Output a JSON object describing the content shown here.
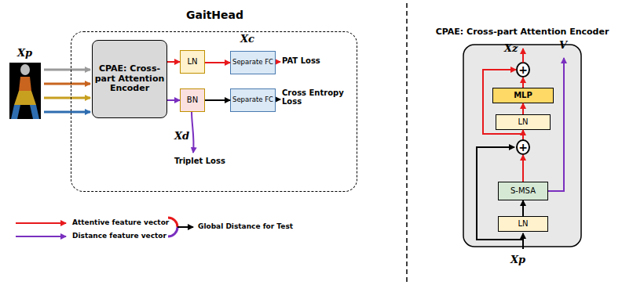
{
  "diagram": {
    "nodes": [
      {
        "text": [
          "GaitHead"
        ]
      },
      {
        "text": [
          "CPAE: Cross-part Attention Encoder"
        ],
        "in": 0
      },
      {
        "text": [
          "LN"
        ],
        "in": 0
      },
      {
        "text": [
          "BN"
        ],
        "in": 0
      },
      {
        "text": [
          "Separate FC"
        ],
        "in": 0
      },
      {
        "text": [
          "Separate FC"
        ],
        "in": 0
      },
      {
        "text": [
          "CPAE: Cross-part Attention Encoder"
        ]
      },
      {
        "text": [
          "MLP"
        ],
        "in": 6
      },
      {
        "text": [
          "LN"
        ],
        "in": 6
      },
      {
        "text": [
          "S-MSA"
        ],
        "in": 6
      },
      {
        "text": [
          "LN"
        ],
        "in": 6
      },
      {
        "text": [
          "+"
        ],
        "in": 6
      },
      {
        "text": [
          "+"
        ],
        "in": 6
      }
    ],
    "edges": [
      {
        "from": 1,
        "to": 2,
        "arrow": "to"
      },
      {
        "from": 1,
        "to": 3,
        "arrow": "to"
      },
      {
        "from": 2,
        "to": 4,
        "arrow": "to"
      },
      {
        "from": 3,
        "to": 5,
        "arrow": "to"
      },
      {
        "from": 10,
        "to": 9,
        "arrow": "to"
      },
      {
        "from": 9,
        "to": 12,
        "arrow": "to"
      },
      {
        "from": 12,
        "to": 8,
        "arrow": "to"
      },
      {
        "from": 8,
        "to": 7,
        "arrow": "to"
      },
      {
        "from": 7,
        "to": 11,
        "arrow": "to"
      },
      {
        "from": 12,
        "to": 11,
        "arrow": "to"
      }
    ],
    "labels": [
      "Xp",
      "Xc",
      "PAT Loss",
      "Xd",
      "Cross Entropy Loss",
      "Triplet Loss",
      "Xz",
      "V",
      "Xp"
    ],
    "legend": [
      {
        "text": "Attentive feature vector"
      },
      {
        "text": "Distance feature vector"
      },
      {
        "text": "Global Distance for Test"
      }
    ]
  }
}
